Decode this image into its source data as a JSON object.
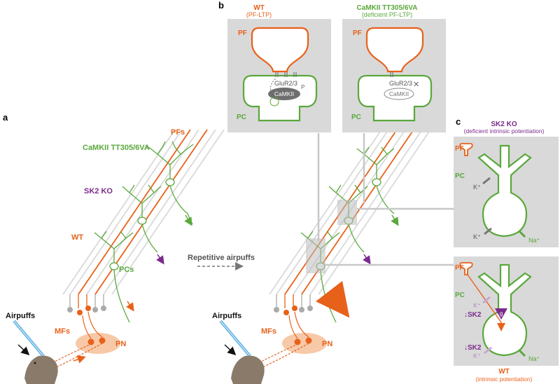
{
  "colors": {
    "wt": "#e8611a",
    "camkii": "#5aa83c",
    "sk2": "#7b2a8c",
    "panel_bg": "#d9d9d9",
    "grey": "#9a9a9a",
    "line_grey": "#c8c8c8",
    "pn_halo": "#f7c9a8"
  },
  "panel_labels": {
    "a": "a",
    "b": "b",
    "c": "c"
  },
  "left": {
    "pfs": "PFs",
    "camkii_label": "CaMKII TT305/6VA",
    "sk2_label": "SK2 KO",
    "wt_label": "WT",
    "pcs": "PCs",
    "mfs": "MFs",
    "pn": "PN",
    "airpuffs": "Airpuffs"
  },
  "middle": {
    "repetitive": "Repetitive airpuffs",
    "airpuffs": "Airpuffs",
    "mfs": "MFs",
    "pn": "PN"
  },
  "panel_b": {
    "wt_title": "WT",
    "wt_sub": "(PF-LTP)",
    "mut_title": "CaMKII TT305/6VA",
    "mut_sub": "(deficient PF-LTP)",
    "pf": "PF",
    "pc": "PC",
    "glur": "GluR2/3",
    "camkii": "CaMKII",
    "p": "P"
  },
  "panel_c": {
    "sk2_title": "SK2 KO",
    "sk2_sub": "(deficient intrinsic potentiation)",
    "pf": "PF",
    "pc": "PC",
    "k": "K⁺",
    "na": "Na⁺",
    "down_sk2": "↓SK2",
    "g": "g",
    "wt_title": "WT",
    "wt_sub": "(intrinsic potentiation)"
  }
}
